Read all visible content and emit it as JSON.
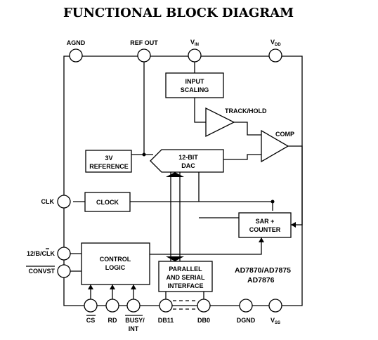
{
  "title": "FUNCTIONAL BLOCK DIAGRAM",
  "pins": {
    "agnd": "AGND",
    "refout": "REF OUT",
    "vin_main": "V",
    "vin_sub": "IN",
    "vdd_main": "V",
    "vdd_sub": "DD",
    "clk": "CLK",
    "twelve_b_clk": "12/B/CLK",
    "convst": "CONVST",
    "cs": "CS",
    "rd": "RD",
    "busy": "BUSY/",
    "int": "INT",
    "db11": "DB11",
    "db0": "DB0",
    "dgnd": "DGND",
    "vss_main": "V",
    "vss_sub": "SS"
  },
  "blocks": {
    "input_scaling": [
      "INPUT",
      "SCALING"
    ],
    "track_hold": "TRACK/HOLD",
    "comp": "COMP",
    "reference": [
      "3V",
      "REFERENCE"
    ],
    "dac": [
      "12-BIT",
      "DAC"
    ],
    "clock": "CLOCK",
    "sar": [
      "SAR +",
      "COUNTER"
    ],
    "control": [
      "CONTROL",
      "LOGIC"
    ],
    "interface": [
      "PARALLEL",
      "AND SERIAL",
      "INTERFACE"
    ]
  },
  "part_numbers": [
    "AD7870/AD7875",
    "AD7876"
  ]
}
